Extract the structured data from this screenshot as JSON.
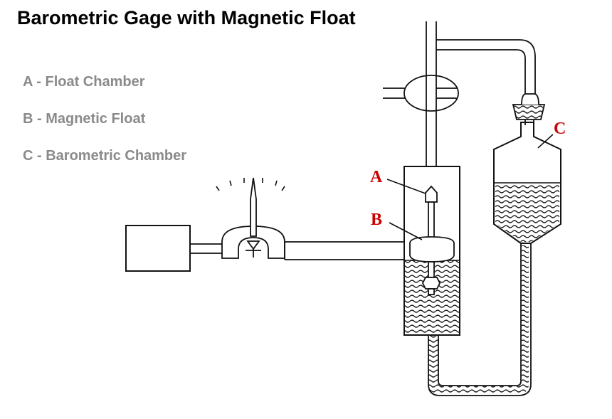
{
  "title": "Barometric Gage with Magnetic Float",
  "legend": [
    {
      "label": "A - Float Chamber"
    },
    {
      "label": "B - Magnetic Float"
    },
    {
      "label": "C - Barometric Chamber"
    }
  ],
  "callouts": {
    "a": "A",
    "b": "B",
    "c": "C"
  },
  "colors": {
    "title": "#000000",
    "legend_text": "#8a8a8a",
    "callout": "#cc0000",
    "line": "#111111"
  }
}
